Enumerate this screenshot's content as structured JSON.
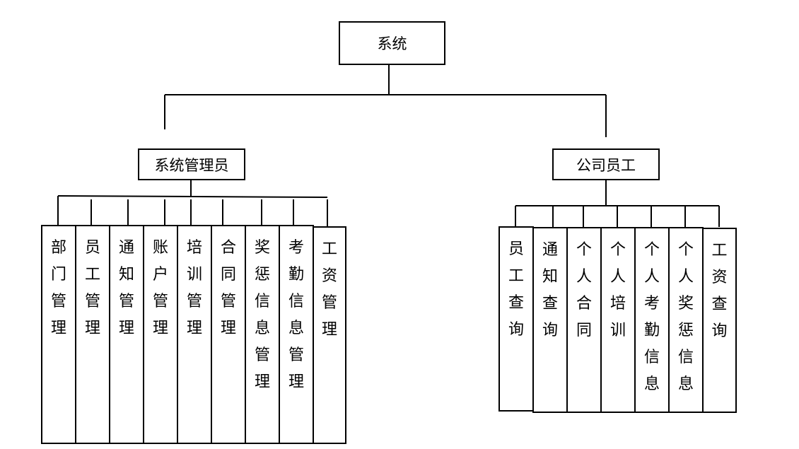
{
  "root": {
    "label": "系统"
  },
  "branches": [
    {
      "label": "系统管理员",
      "children": [
        "部\n门\n管\n理",
        "员\n工\n管\n理",
        "通\n知\n管\n理",
        "账\n户\n管\n理",
        "培\n训\n管\n理",
        "合\n同\n管\n理",
        "奖\n惩\n信\n息\n管\n理",
        "考\n勤\n信\n息\n管\n理",
        "工\n资\n管\n理"
      ]
    },
    {
      "label": "公司员工",
      "children": [
        "员\n工\n查\n询",
        "通\n知\n查\n询",
        "个\n人\n合\n同",
        "个\n人\n培\n训",
        "个\n人\n考\n勤\n信\n息",
        "个\n人\n奖\n惩\n信\n息",
        "工\n资\n查\n询"
      ]
    }
  ]
}
